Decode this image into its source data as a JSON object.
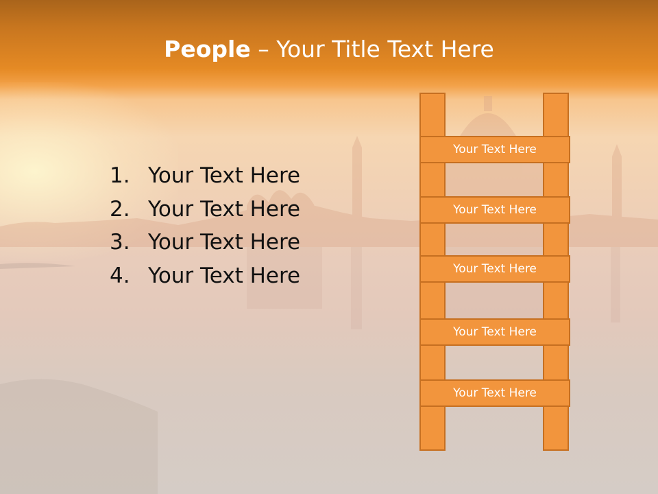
{
  "title": {
    "bold": "People",
    "rest": " – Your Title Text Here"
  },
  "list": [
    {
      "num": "1.",
      "text": "Your Text Here"
    },
    {
      "num": "2.",
      "text": "Your Text Here"
    },
    {
      "num": "3.",
      "text": "Your Text Here"
    },
    {
      "num": "4.",
      "text": "Your Text Here"
    }
  ],
  "ladder": {
    "steps": [
      "Your Text Here",
      "Your Text Here",
      "Your Text Here",
      "Your Text Here",
      "Your Text Here"
    ]
  },
  "colors": {
    "accent": "#f2953d",
    "border": "#c66f20",
    "header": "#e58a24"
  }
}
